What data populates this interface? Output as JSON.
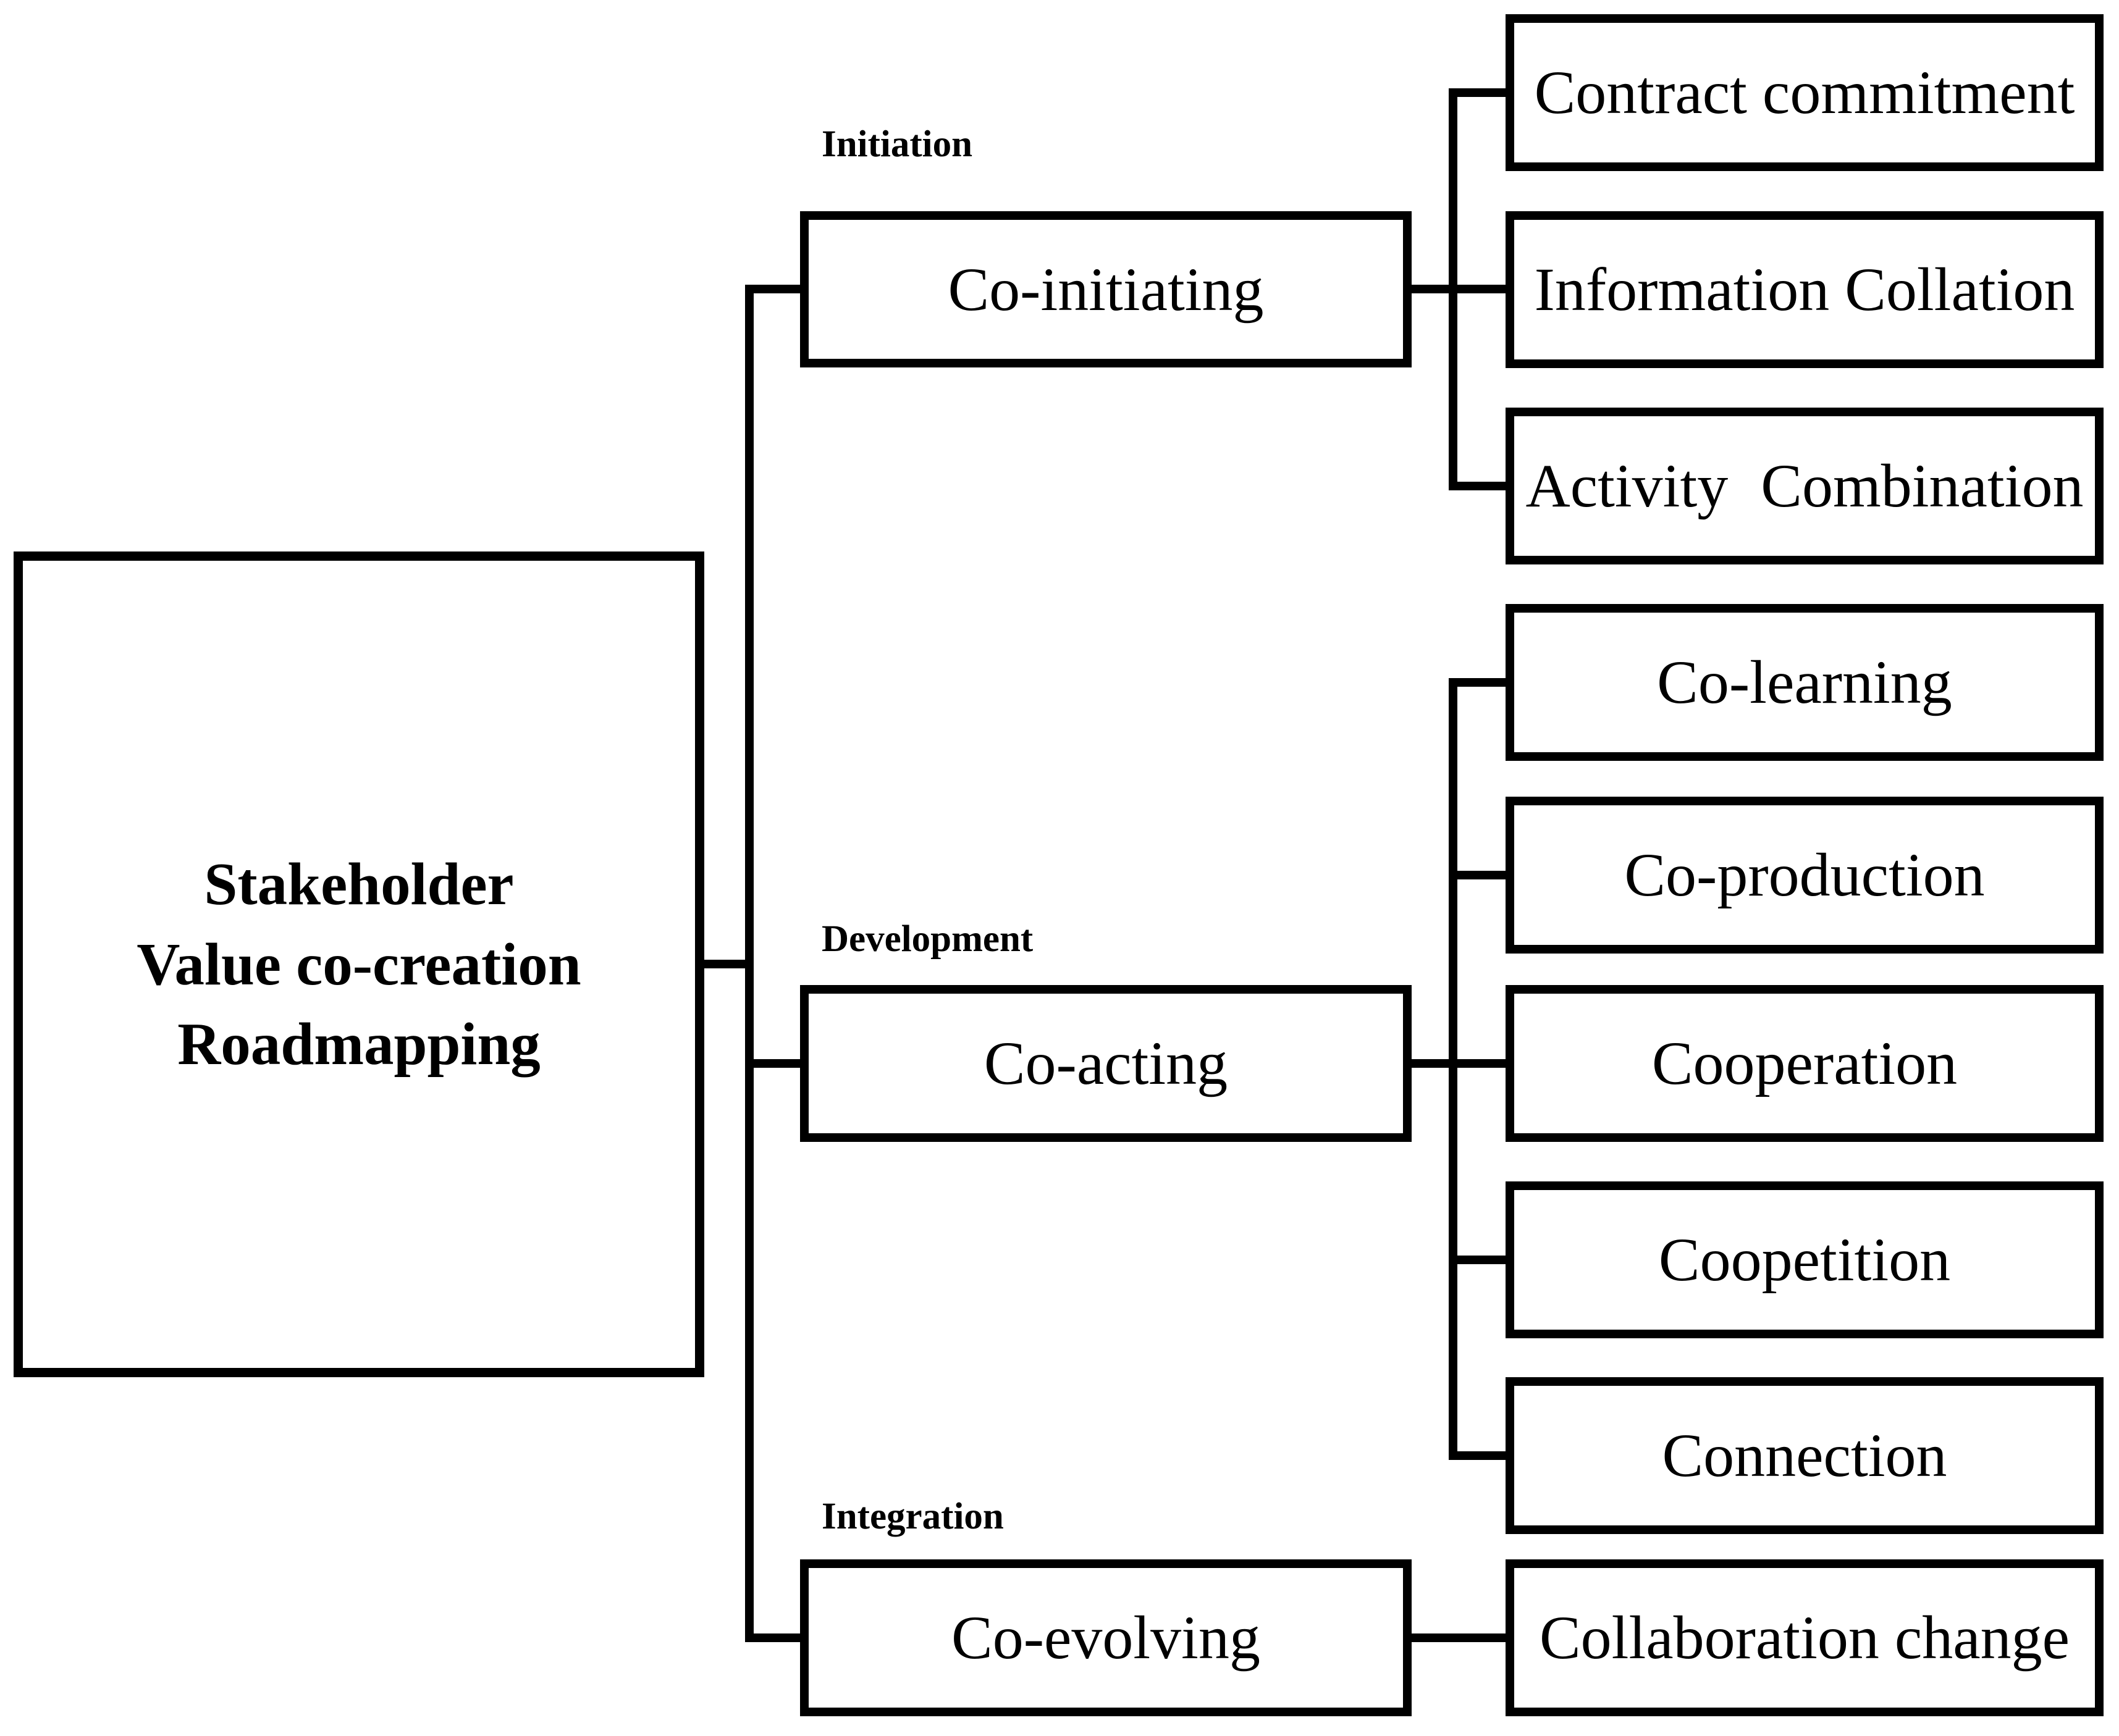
{
  "figure": {
    "background_color": "#ffffff",
    "line_color": "#000000",
    "text_color": "#000000",
    "root_box": {
      "line1": "Stakeholder",
      "line2": "Value co-creation",
      "line3": "Roadmapping"
    },
    "stages": [
      {
        "label": "Initiation",
        "node": "Co-initiating",
        "children": [
          "Contract commitment",
          "Information Collation",
          "Activity Combination"
        ]
      },
      {
        "label": "Development",
        "node": "Co-acting",
        "children": [
          "Co-learning",
          "Co-production",
          "Cooperation",
          "Coopetition",
          "Connection"
        ]
      },
      {
        "label": "Integration",
        "node": "Co-evolving",
        "children": [
          "Collaboration change"
        ]
      }
    ]
  }
}
